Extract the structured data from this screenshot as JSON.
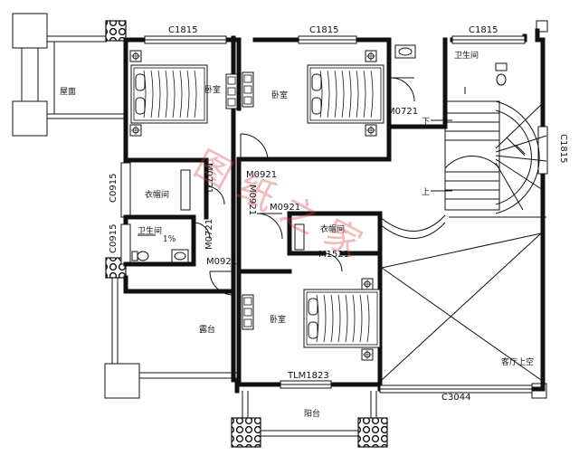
{
  "drawing": {
    "room_labels": {
      "roof": "屋面",
      "bedroom_1": "卧室",
      "bedroom_2": "卧室",
      "bedroom_3": "卧室",
      "bathroom_1": "卫生间",
      "bathroom_2": "卫生间",
      "closet_1": "衣帽间",
      "closet_2": "衣帽间",
      "terrace": "露台",
      "balcony": "阳台",
      "living_void": "客厅上空",
      "stair_down": "下",
      "stair_up": "上",
      "slope": "1%"
    },
    "window_codes": {
      "w1": "C1815",
      "w2": "C1815",
      "w3": "C1815",
      "w4": "C1815",
      "w5": "C0915",
      "w6": "C0915",
      "w7": "C3044",
      "w8": "TLM1823",
      "w9": "M1521"
    },
    "door_codes": {
      "d1": "M0721",
      "d2": "M0921",
      "d3": "M0921",
      "d4": "M0921",
      "d5": "M0921",
      "d6": "M0721",
      "d7": "M0721"
    },
    "watermark": "图纸之家"
  }
}
